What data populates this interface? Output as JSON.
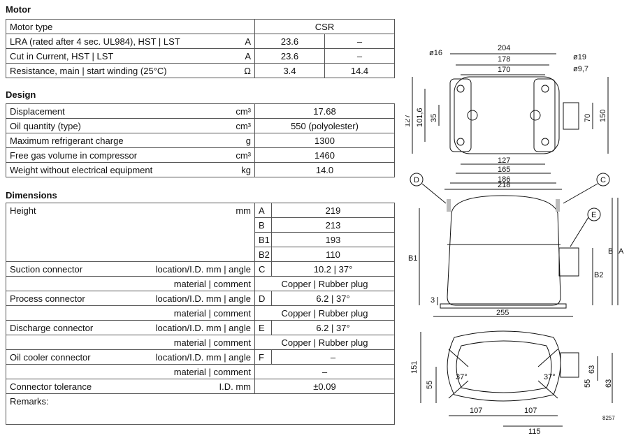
{
  "motor": {
    "title": "Motor",
    "type_label": "Motor type",
    "type_value": "CSR",
    "rows": [
      {
        "label": "LRA (rated after 4 sec. UL984), HST | LST",
        "unit": "A",
        "hst": "23.6",
        "lst": "–"
      },
      {
        "label": "Cut in Current, HST | LST",
        "unit": "A",
        "hst": "23.6",
        "lst": "–"
      },
      {
        "label": "Resistance, main | start winding (25°C)",
        "unit": "Ω",
        "hst": "3.4",
        "lst": "14.4"
      }
    ]
  },
  "design": {
    "title": "Design",
    "rows": [
      {
        "label": "Displacement",
        "unit": "cm³",
        "value": "17.68"
      },
      {
        "label": "Oil quantity (type)",
        "unit": "cm³",
        "value": "550 (polyolester)"
      },
      {
        "label": "Maximum refrigerant charge",
        "unit": "g",
        "value": "1300"
      },
      {
        "label": "Free gas volume in compressor",
        "unit": "cm³",
        "value": "1460"
      },
      {
        "label": "Weight without electrical equipment",
        "unit": "kg",
        "value": "14.0"
      }
    ]
  },
  "dimensions": {
    "title": "Dimensions",
    "height_label": "Height",
    "height_unit": "mm",
    "heights": [
      {
        "key": "A",
        "value": "219"
      },
      {
        "key": "B",
        "value": "213"
      },
      {
        "key": "B1",
        "value": "193"
      },
      {
        "key": "B2",
        "value": "110"
      }
    ],
    "connectors": [
      {
        "label": "Suction connector",
        "unit1": "location/I.D. mm | angle",
        "key": "C",
        "value1": "10.2 | 37°",
        "unit2": "material | comment",
        "value2": "Copper | Rubber plug"
      },
      {
        "label": "Process connector",
        "unit1": "location/I.D. mm | angle",
        "key": "D",
        "value1": "6.2 | 37°",
        "unit2": "material | comment",
        "value2": "Copper | Rubber plug"
      },
      {
        "label": "Discharge connector",
        "unit1": "location/I.D. mm | angle",
        "key": "E",
        "value1": "6.2 | 37°",
        "unit2": "material | comment",
        "value2": "Copper | Rubber plug"
      },
      {
        "label": "Oil cooler connector",
        "unit1": "location/I.D. mm | angle",
        "key": "F",
        "value1": "–",
        "unit2": "material | comment",
        "value2": "–"
      }
    ],
    "tolerance_label": "Connector tolerance",
    "tolerance_unit": "I.D. mm",
    "tolerance_value": "±0.09",
    "remarks_label": "Remarks:"
  },
  "drawing": {
    "top_dims": [
      "204",
      "178",
      "170",
      "ø16",
      "ø19",
      "ø9,7",
      "127",
      "101,6",
      "35",
      "70",
      "150",
      "127",
      "165",
      "186"
    ],
    "side_dims": [
      "218",
      "B1",
      "B2",
      "B",
      "A",
      "3",
      "255"
    ],
    "callouts": [
      "D",
      "C",
      "E"
    ],
    "bottom_dims": [
      "151",
      "55",
      "37°",
      "37°",
      "63",
      "55",
      "63",
      "107",
      "107",
      "115"
    ],
    "ref_code": "8257"
  }
}
